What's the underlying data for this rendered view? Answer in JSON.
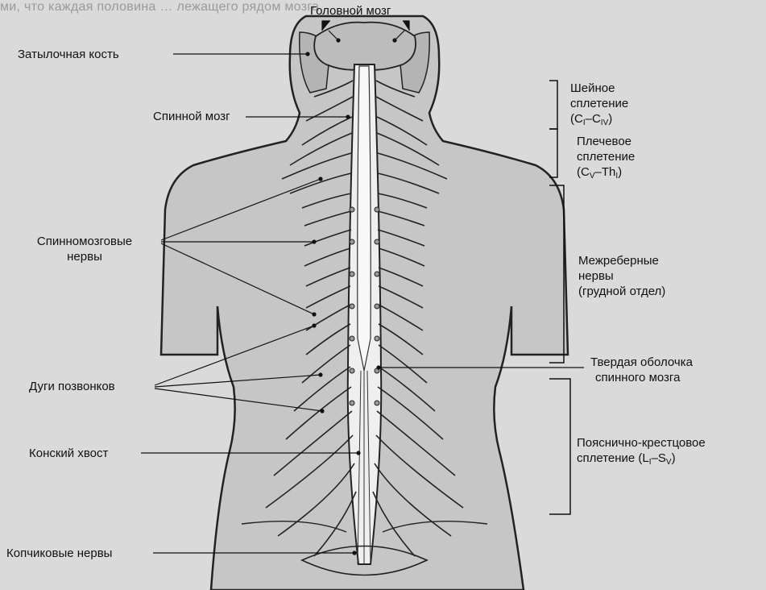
{
  "labels": {
    "brain": "Головной мозг",
    "occipital_bone": "Затылочная кость",
    "spinal_cord": "Спинной мозг",
    "spinal_nerves_1": "Спинномозговые",
    "spinal_nerves_2": "нервы",
    "vertebral_arches": "Дуги позвонков",
    "cauda_equina": "Конский хвост",
    "coccygeal_nerves": "Копчиковые нервы",
    "cervical_1": "Шейное",
    "cervical_2": "сплетение",
    "cervical_3_pre": "(C",
    "cervical_3_sub1": "I",
    "cervical_3_mid": "–C",
    "cervical_3_sub2": "IV",
    "cervical_3_post": ")",
    "brachial_1": "Плечевое",
    "brachial_2": "сплетение",
    "brachial_3_pre": "(C",
    "brachial_3_sub1": "V",
    "brachial_3_mid": "–Th",
    "brachial_3_sub2": "I",
    "brachial_3_post": ")",
    "intercostal_1": "Межреберные",
    "intercostal_2": "нервы",
    "intercostal_3": "(грудной отдел)",
    "dura_1": "Твердая оболочка",
    "dura_2": "спинного мозга",
    "lumbosacral_1": "Пояснично-крестцовое",
    "lumbosacral_2_pre": "сплетение (L",
    "lumbosacral_2_sub1": "I",
    "lumbosacral_2_mid": "–S",
    "lumbosacral_2_sub2": "V",
    "lumbosacral_2_post": ")"
  },
  "background_text": {
    "top_line": "ми, что каждая половина … лежащего рядом мозга"
  },
  "colors": {
    "page": "#dadada",
    "body_fill": "#c9c9c9",
    "ink": "#111111"
  }
}
